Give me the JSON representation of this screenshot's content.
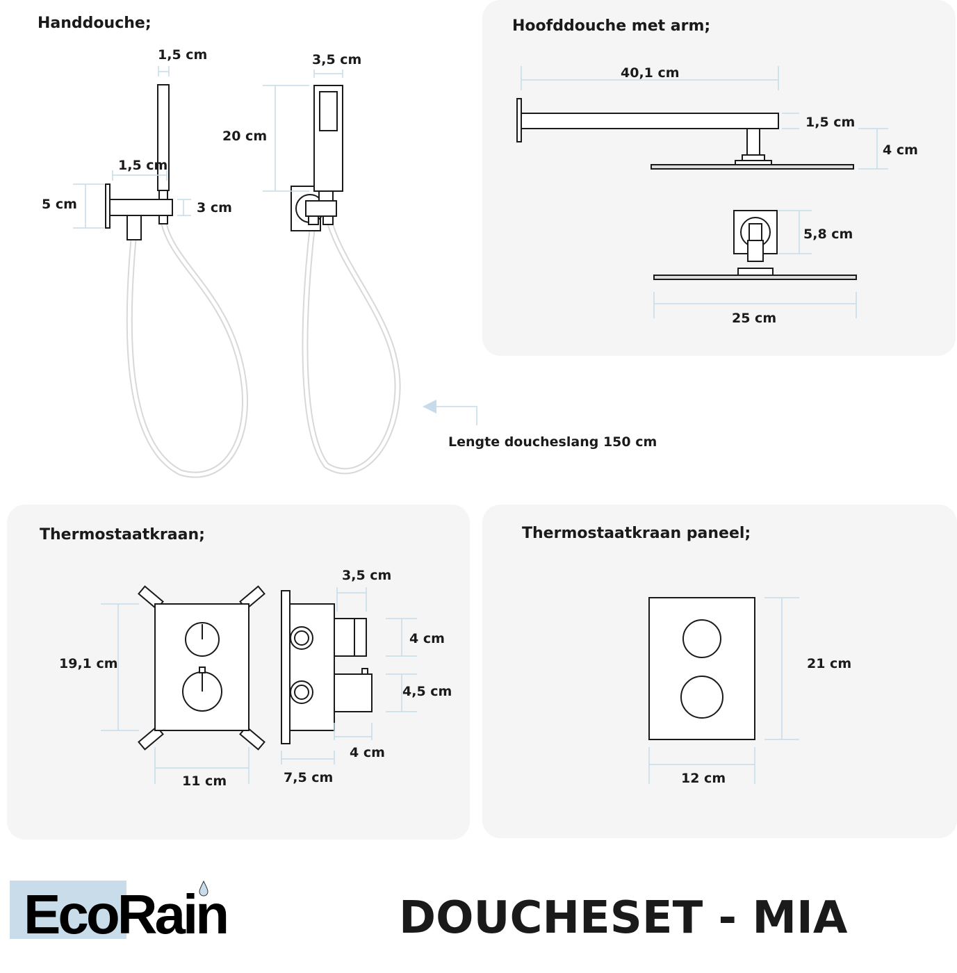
{
  "sections": {
    "handdouche": {
      "title": "Handdouche;",
      "dims": [
        "1,5 cm",
        "1,5 cm",
        "5 cm",
        "3 cm",
        "3,5 cm",
        "20 cm"
      ],
      "hose_note": "Lengte doucheslang 150 cm"
    },
    "hoofddouche": {
      "title": "Hoofddouche met arm;",
      "dims": [
        "40,1 cm",
        "1,5 cm",
        "4 cm",
        "5,8 cm",
        "25 cm"
      ]
    },
    "thermostaatkraan": {
      "title": "Thermostaatkraan;",
      "dims": [
        "19,1 cm",
        "11 cm",
        "3,5 cm",
        "4 cm",
        "4,5 cm",
        "4 cm",
        "7,5 cm"
      ]
    },
    "paneel": {
      "title": "Thermostaatkraan paneel;",
      "dims": [
        "21 cm",
        "12 cm"
      ]
    }
  },
  "brand": {
    "logo": "EcoRain",
    "logo_parts": [
      "Eco",
      "Rain"
    ]
  },
  "product_title": "DOUCHESET - MIA",
  "colors": {
    "panel": "#f5f5f5",
    "dimension_line": "#c6dcea",
    "logo_box": "#c8dcea",
    "ink": "#1a1a1a"
  }
}
